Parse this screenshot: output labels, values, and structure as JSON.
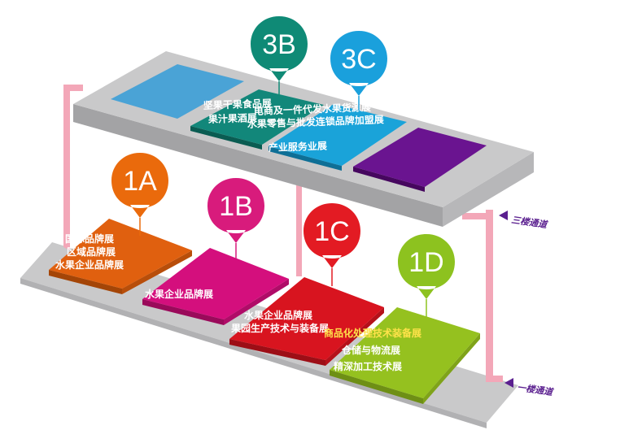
{
  "colors": {
    "floor": "#c9c9ca",
    "floor_side": "#a3a3a5",
    "connector": "#f3a7b8",
    "hall_3a": "#4aa3d6",
    "hall_3b": "#12877a",
    "hall_3c": "#1aa3d9",
    "hall_3d": "#6a1490",
    "hall_1a": "#e0600f",
    "hall_1b": "#d40f7d",
    "hall_1c": "#d8141f",
    "hall_1d": "#95c11f",
    "arrow": "#5a1f8f"
  },
  "pins": [
    {
      "id": "3B",
      "color": "#0f8a76"
    },
    {
      "id": "3C",
      "color": "#1aa0dc"
    },
    {
      "id": "1A",
      "color": "#ea6a0c"
    },
    {
      "id": "1B",
      "color": "#d81b7c"
    },
    {
      "id": "1C",
      "color": "#e31b23"
    },
    {
      "id": "1D",
      "color": "#8dc21f"
    }
  ],
  "halls": {
    "3B": [
      "坚果干果食品展",
      "果汁果酒展"
    ],
    "3C": [
      "电商及一件代发水果货源展",
      "水果零售与批发连锁品牌加盟展",
      "产业服务业展"
    ],
    "1A": [
      "国际品牌展",
      "区域品牌展",
      "水果企业品牌展"
    ],
    "1B": [
      "水果企业品牌展"
    ],
    "1C": [
      "水果企业品牌展",
      "果园生产技术与装备展"
    ],
    "1D": [
      "商品化处理技术装备展",
      "仓储与物流展",
      "精深加工技术展"
    ]
  },
  "channels": {
    "third_floor": "三楼通道",
    "first_floor": "一楼通道"
  }
}
